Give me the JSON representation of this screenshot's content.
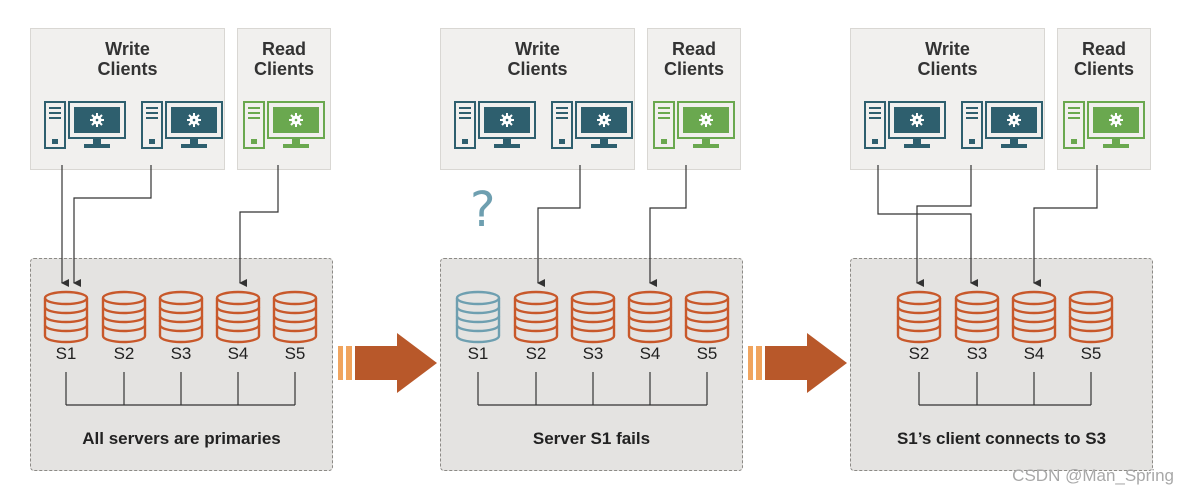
{
  "stages": [
    {
      "write_title": "Write\nClients",
      "read_title": "Read\nClients",
      "servers": [
        "S1",
        "S2",
        "S3",
        "S4",
        "S5"
      ],
      "caption": "All servers are primaries"
    },
    {
      "write_title": "Write\nClients",
      "read_title": "Read\nClients",
      "servers": [
        "S1",
        "S2",
        "S3",
        "S4",
        "S5"
      ],
      "caption": "Server S1 fails",
      "question_mark": "?"
    },
    {
      "write_title": "Write\nClients",
      "read_title": "Read\nClients",
      "servers": [
        "S2",
        "S3",
        "S4",
        "S5"
      ],
      "caption": "S1’s client connects to S3"
    }
  ],
  "watermark": "CSDN @Man_Spring",
  "colors": {
    "write_client": "#2e5f6e",
    "read_client": "#6aa84f",
    "server": "#c8582a",
    "failed_server": "#6e9fb0",
    "arrow": "#b8582a",
    "arrow_bars": "#f0a45e"
  }
}
